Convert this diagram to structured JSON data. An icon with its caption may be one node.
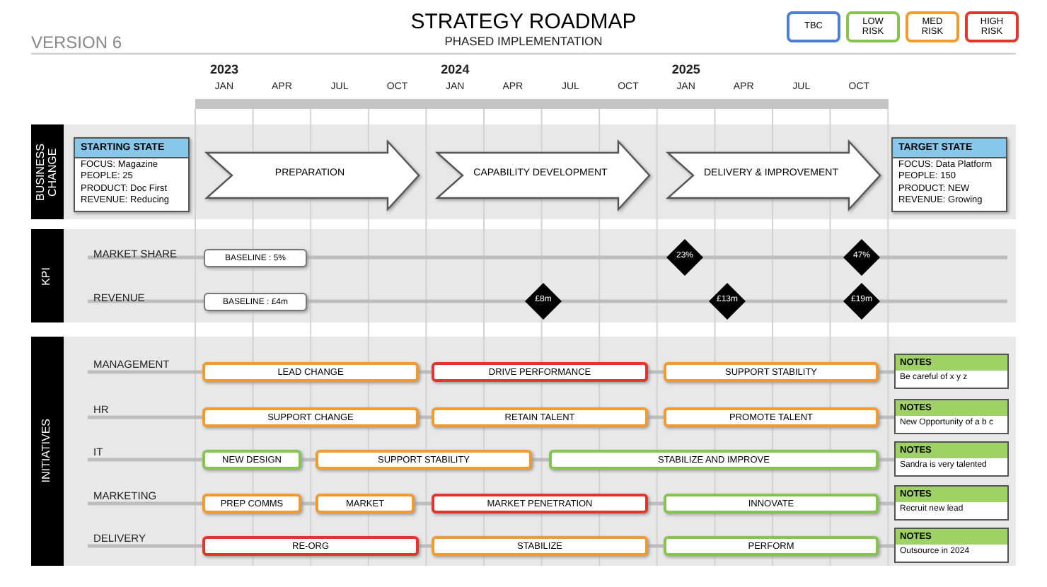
{
  "diagram": {
    "title": "STRATEGY ROADMAP",
    "nodes": [
      {
        "text": [
          "BUSINESS CHANGE"
        ]
      },
      {
        "text": [
          "STARTING STATE",
          "FOCUS: Magazine",
          "PEOPLE: 25",
          "PRODUCT: Doc First",
          "REVENUE: Reducing"
        ]
      },
      {
        "text": [
          "PREPARATION"
        ]
      },
      {
        "text": [
          "CAPABILITY DEVELOPMENT"
        ]
      },
      {
        "text": [
          "DELIVERY & IMPROVEMENT"
        ]
      },
      {
        "text": [
          "TARGET STATE",
          "FOCUS: Data Platform",
          "PEOPLE: 150",
          "PRODUCT: NEW",
          "REVENUE: Growing"
        ]
      },
      {
        "text": [
          "KPI"
        ]
      },
      {
        "text": [
          "BASELINE : 5%"
        ]
      },
      {
        "text": [
          "23%"
        ]
      },
      {
        "text": [
          "47%"
        ]
      },
      {
        "text": [
          "BASELINE : £4m"
        ]
      },
      {
        "text": [
          "£8m"
        ]
      },
      {
        "text": [
          "£13m"
        ]
      },
      {
        "text": [
          "£19m"
        ]
      },
      {
        "text": [
          "INITIATIVES"
        ]
      },
      {
        "text": [
          "LEAD CHANGE"
        ]
      },
      {
        "text": [
          "DRIVE PERFORMANCE"
        ]
      },
      {
        "text": [
          "SUPPORT STABILITY"
        ]
      },
      {
        "text": [
          "NOTES",
          "Be careful of x y z"
        ]
      },
      {
        "text": [
          "SUPPORT CHANGE"
        ]
      },
      {
        "text": [
          "RETAIN TALENT"
        ]
      },
      {
        "text": [
          "PROMOTE TALENT"
        ]
      },
      {
        "text": [
          "NOTES",
          "New Opportunity of a b c"
        ]
      },
      {
        "text": [
          "NEW DESIGN"
        ]
      },
      {
        "text": [
          "SUPPORT STABILITY"
        ]
      },
      {
        "text": [
          "STABILIZE AND IMPROVE"
        ]
      },
      {
        "text": [
          "NOTES",
          "Sandra is very talented"
        ]
      },
      {
        "text": [
          "PREP COMMS"
        ]
      },
      {
        "text": [
          "MARKET"
        ]
      },
      {
        "text": [
          "MARKET PENETRATION"
        ]
      },
      {
        "text": [
          "INNOVATE"
        ]
      },
      {
        "text": [
          "NOTES",
          "Recruit new lead"
        ]
      },
      {
        "text": [
          "RE-ORG"
        ]
      },
      {
        "text": [
          "STABILIZE"
        ]
      },
      {
        "text": [
          "PERFORM"
        ]
      },
      {
        "text": [
          "NOTES",
          "Outsource in 2024"
        ]
      }
    ],
    "labels": [
      "PHASED IMPLEMENTATION",
      "VERSION 6",
      "2023",
      "2024",
      "2025",
      "JAN",
      "APR",
      "JUL",
      "OCT",
      "JAN",
      "APR",
      "JUL",
      "OCT",
      "JAN",
      "APR",
      "JUL",
      "OCT",
      "MARKET SHARE",
      "REVENUE",
      "MANAGEMENT",
      "HR",
      "IT",
      "MARKETING",
      "DELIVERY"
    ],
    "legend": [
      {
        "text": "TBC",
        "color": "#4a7fd4"
      },
      {
        "text": "LOW RISK",
        "color": "#86c34f"
      },
      {
        "text": "MED RISK",
        "color": "#f39a2e"
      },
      {
        "text": "HIGH RISK",
        "color": "#e2352c"
      }
    ]
  }
}
